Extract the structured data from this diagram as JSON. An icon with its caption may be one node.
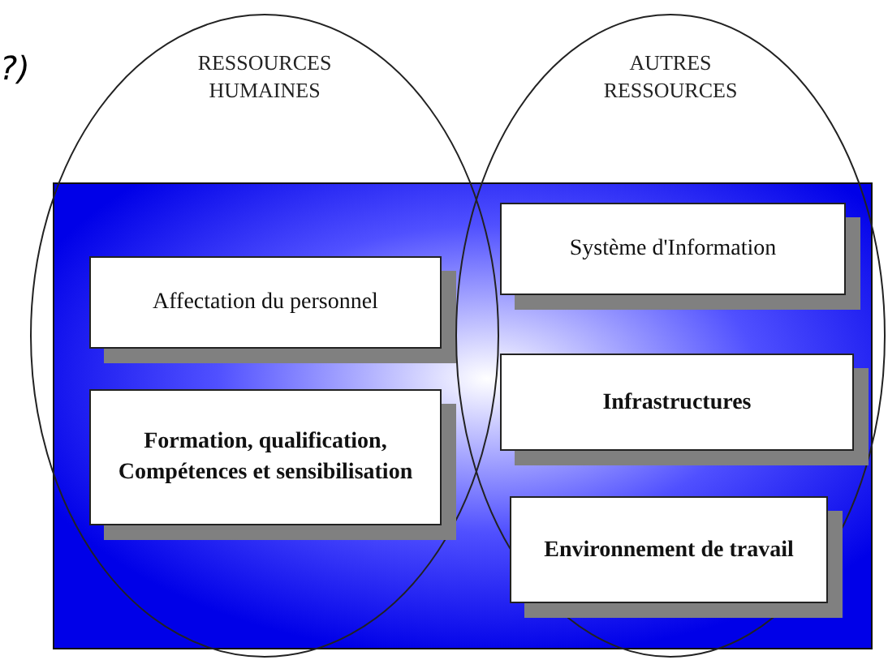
{
  "diagram": {
    "nodes": [
      {
        "text": [
          "RESSOURCES HUMAINES"
        ]
      },
      {
        "text": [
          "Affectation du personnel"
        ],
        "in": 0
      },
      {
        "text": [
          "Formation, qualification, Compétences et sensibilisation"
        ],
        "in": 0
      },
      {
        "text": [
          "AUTRES RESSOURCES"
        ]
      },
      {
        "text": [
          "Système d'Information"
        ],
        "in": 3
      },
      {
        "text": [
          "Infrastructures"
        ],
        "in": 3
      },
      {
        "text": [
          "Environnement de travail"
        ],
        "in": 3
      }
    ],
    "labels": [
      "?)"
    ]
  }
}
